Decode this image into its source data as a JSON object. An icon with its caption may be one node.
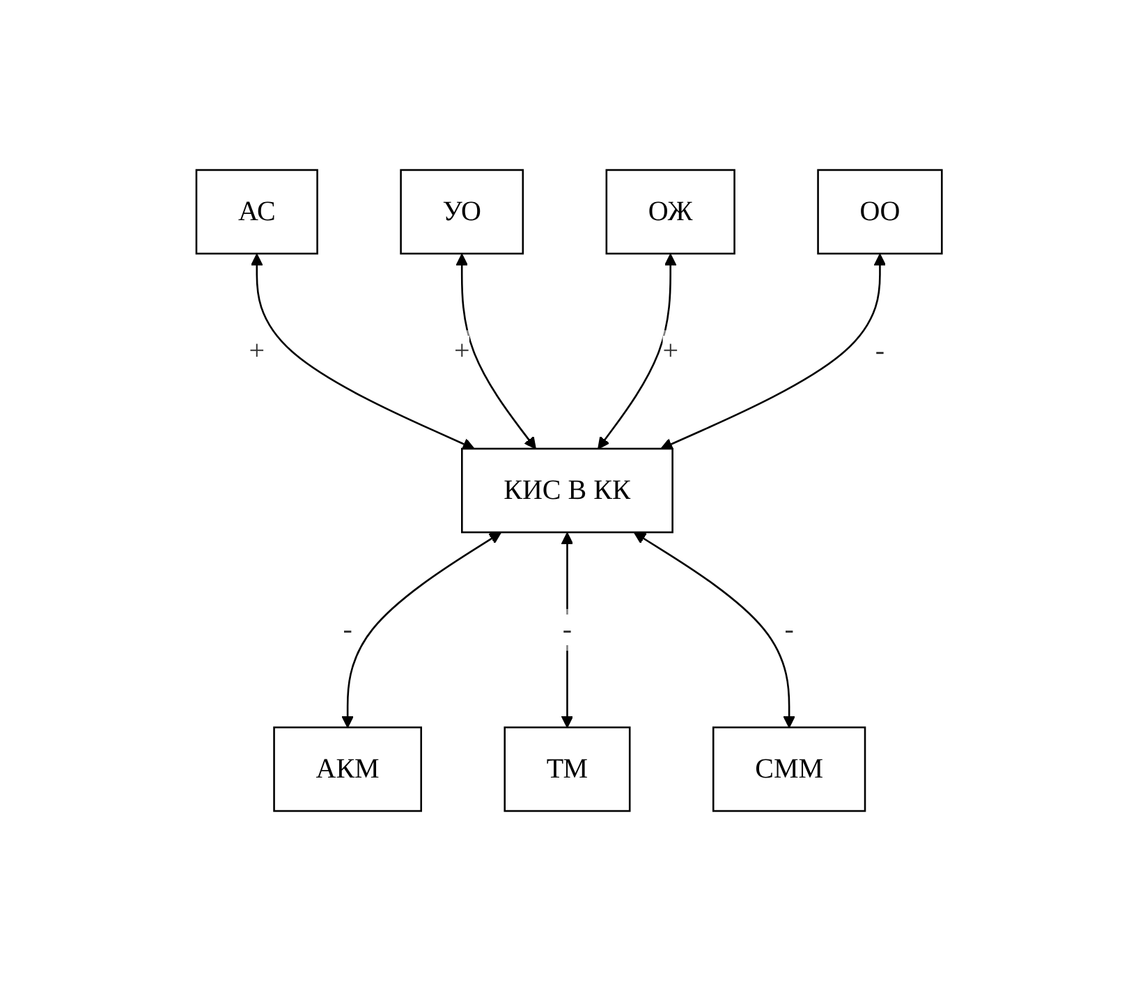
{
  "diagram": {
    "nodes": [
      {
        "text": [
          "АС"
        ]
      },
      {
        "text": [
          "УО"
        ]
      },
      {
        "text": [
          "ОЖ"
        ]
      },
      {
        "text": [
          "ОО"
        ]
      },
      {
        "text": [
          "КИС В КК"
        ]
      },
      {
        "text": [
          "АКМ"
        ]
      },
      {
        "text": [
          "ТМ"
        ]
      },
      {
        "text": [
          "СММ"
        ]
      }
    ],
    "edges": [
      {
        "from": 0,
        "to": 4,
        "arrow": "both",
        "label": "+"
      },
      {
        "from": 1,
        "to": 4,
        "arrow": "both",
        "label": "+"
      },
      {
        "from": 2,
        "to": 4,
        "arrow": "both",
        "label": "+"
      },
      {
        "from": 3,
        "to": 4,
        "arrow": "both",
        "label": "-"
      },
      {
        "from": 4,
        "to": 5,
        "arrow": "both",
        "label": "-"
      },
      {
        "from": 4,
        "to": 6,
        "arrow": "both",
        "label": "-"
      },
      {
        "from": 4,
        "to": 7,
        "arrow": "both",
        "label": "-"
      }
    ]
  }
}
